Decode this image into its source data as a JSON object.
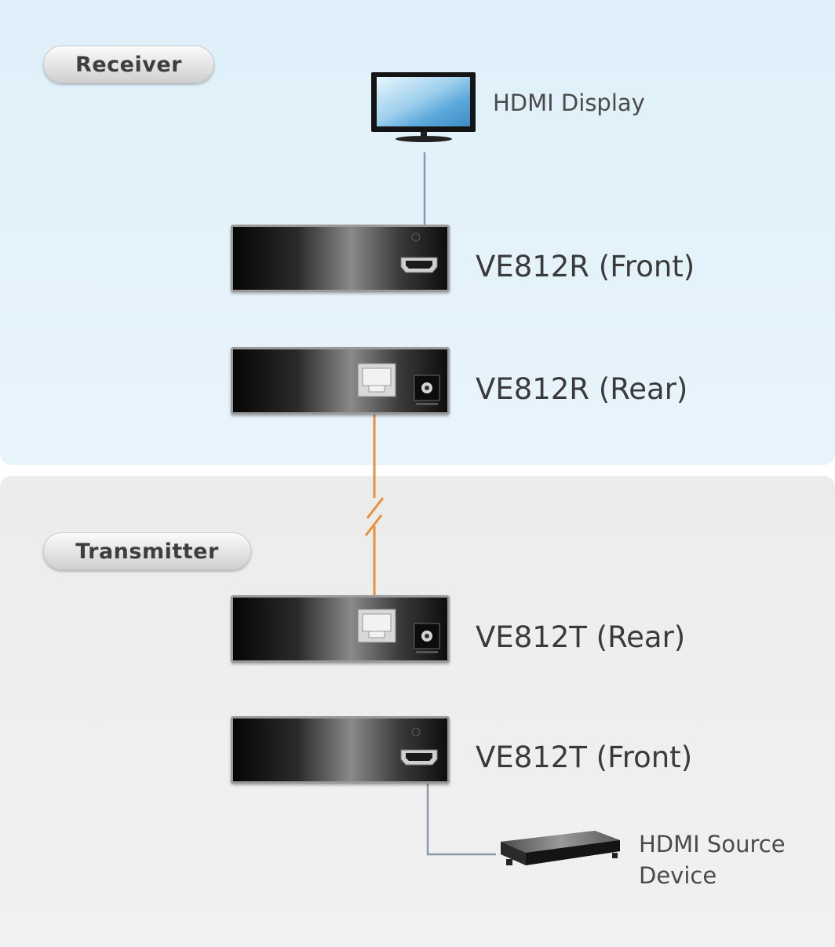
{
  "sections": {
    "receiver": {
      "title": "Receiver"
    },
    "transmitter": {
      "title": "Transmitter"
    }
  },
  "devices": {
    "hdmi_display": {
      "label": "HDMI Display"
    },
    "ve812r_front": {
      "label": "VE812R (Front)"
    },
    "ve812r_rear": {
      "label": "VE812R (Rear)"
    },
    "ve812t_rear": {
      "label": "VE812T (Rear)"
    },
    "ve812t_front": {
      "label": "VE812T (Front)"
    },
    "hdmi_source": {
      "label_line1": "HDMI Source",
      "label_line2": "Device"
    }
  },
  "colors": {
    "receiver_bg": "#dff0fa",
    "transmitter_bg": "#ececec",
    "cat_cable": "#e8903a",
    "hdmi_cable": "#8a9aa6"
  }
}
